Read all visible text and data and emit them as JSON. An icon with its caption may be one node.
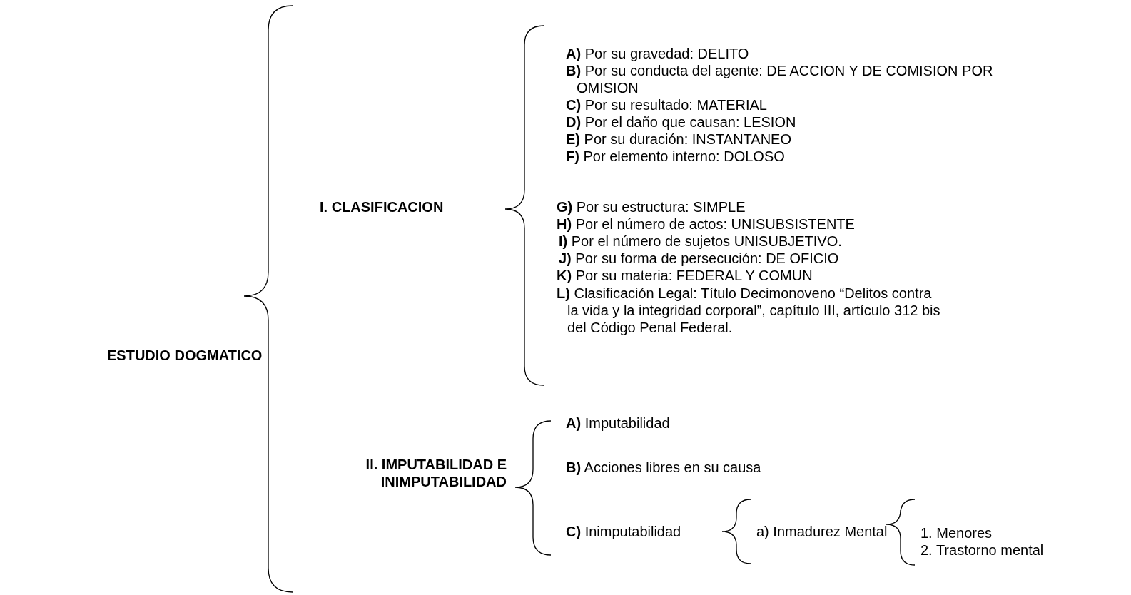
{
  "diagram": {
    "labels": [
      "ESTUDIO DOGMATICO",
      "I. CLASIFICACION",
      "**A)** Por su gravedad: DELITO",
      "**B)** Por su conducta del agente: DE ACCION Y DE COMISION POR OMISION",
      "**C)** Por su resultado: MATERIAL",
      "**D)** Por el daño que causan: LESION",
      "**E)** Por su duración: INSTANTANEO",
      "**F)** Por elemento interno: DOLOSO",
      "**G)** Por su estructura: SIMPLE",
      "**H)** Por el número de actos: UNISUBSISTENTE",
      "**I)** Por el número de sujetos UNISUBJETIVO.",
      "**J)** Por  su forma de persecución: DE OFICIO",
      "**K)** Por su materia: FEDERAL Y COMUN",
      "**L)** Clasificación Legal: Título Decimonoveno “Delitos contra la vida y la integridad corporal”, capítulo III, artículo 312 bis del Código Penal Federal.",
      "II.  IMPUTABILIDAD E INIMPUTABILIDAD",
      "**A)** Imputabilidad",
      "**B)**  Acciones libres en su causa",
      "**C)** Inimputabilidad",
      "a) Inmadurez Mental",
      "1. Menores",
      "2. Trastorno mental"
    ]
  }
}
